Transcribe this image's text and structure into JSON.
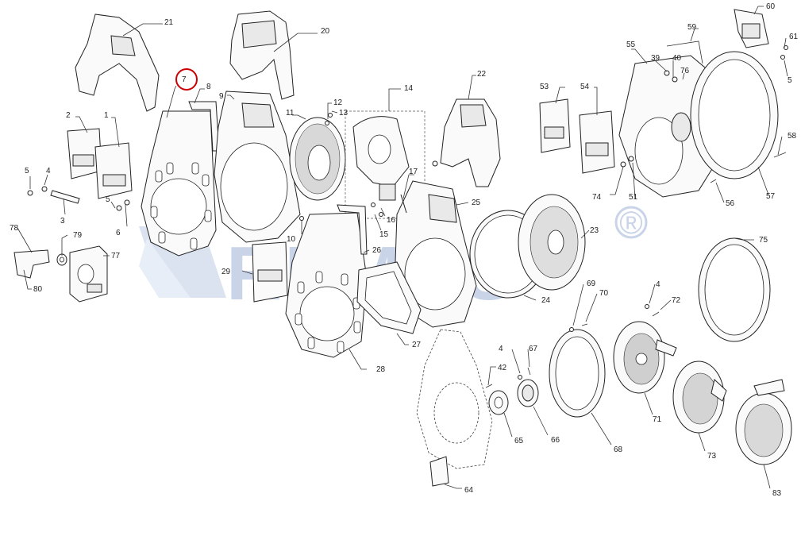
{
  "watermark": {
    "text": "REMAS",
    "mark": "®"
  },
  "highlight": {
    "part": "7",
    "color": "#cc0000"
  },
  "parts": [
    "1",
    "2",
    "3",
    "4",
    "5",
    "6",
    "7",
    "8",
    "9",
    "10",
    "11",
    "12",
    "13",
    "14",
    "15",
    "16",
    "17",
    "20",
    "21",
    "22",
    "23",
    "24",
    "25",
    "26",
    "27",
    "28",
    "29",
    "39",
    "40",
    "42",
    "51",
    "53",
    "54",
    "55",
    "56",
    "57",
    "58",
    "59",
    "60",
    "61",
    "64",
    "65",
    "66",
    "67",
    "68",
    "69",
    "70",
    "71",
    "72",
    "73",
    "74",
    "75",
    "76",
    "77",
    "78",
    "79",
    "80",
    "83"
  ],
  "labels": {
    "p21": "21",
    "p20": "20",
    "p7": "7",
    "p8": "8",
    "p9": "9",
    "p2": "2",
    "p1": "1",
    "p11": "11",
    "p12": "12",
    "p13": "13",
    "p14": "14",
    "p22": "22",
    "p5a": "5",
    "p4a": "4",
    "p3": "3",
    "p5b": "5",
    "p6": "6",
    "p17": "17",
    "p16": "16",
    "p15": "15",
    "p10": "10",
    "p25": "25",
    "p26": "26",
    "p29": "29",
    "p78": "78",
    "p79": "79",
    "p77": "77",
    "p80": "80",
    "p23": "23",
    "p24": "24",
    "p27": "27",
    "p28": "28",
    "p55": "55",
    "p59": "59",
    "p39": "39",
    "p40": "40",
    "p76": "76",
    "p60": "60",
    "p61": "61",
    "p5c": "5",
    "p53": "53",
    "p54": "54",
    "p58": "58",
    "p74": "74",
    "p51": "51",
    "p56": "56",
    "p57": "57",
    "p75": "75",
    "p69": "69",
    "p70": "70",
    "p4b": "4",
    "p72": "72",
    "p4c": "4",
    "p67": "67",
    "p42": "42",
    "p65": "65",
    "p66": "66",
    "p68": "68",
    "p71": "71",
    "p73": "73",
    "p83": "83",
    "p64": "64"
  }
}
